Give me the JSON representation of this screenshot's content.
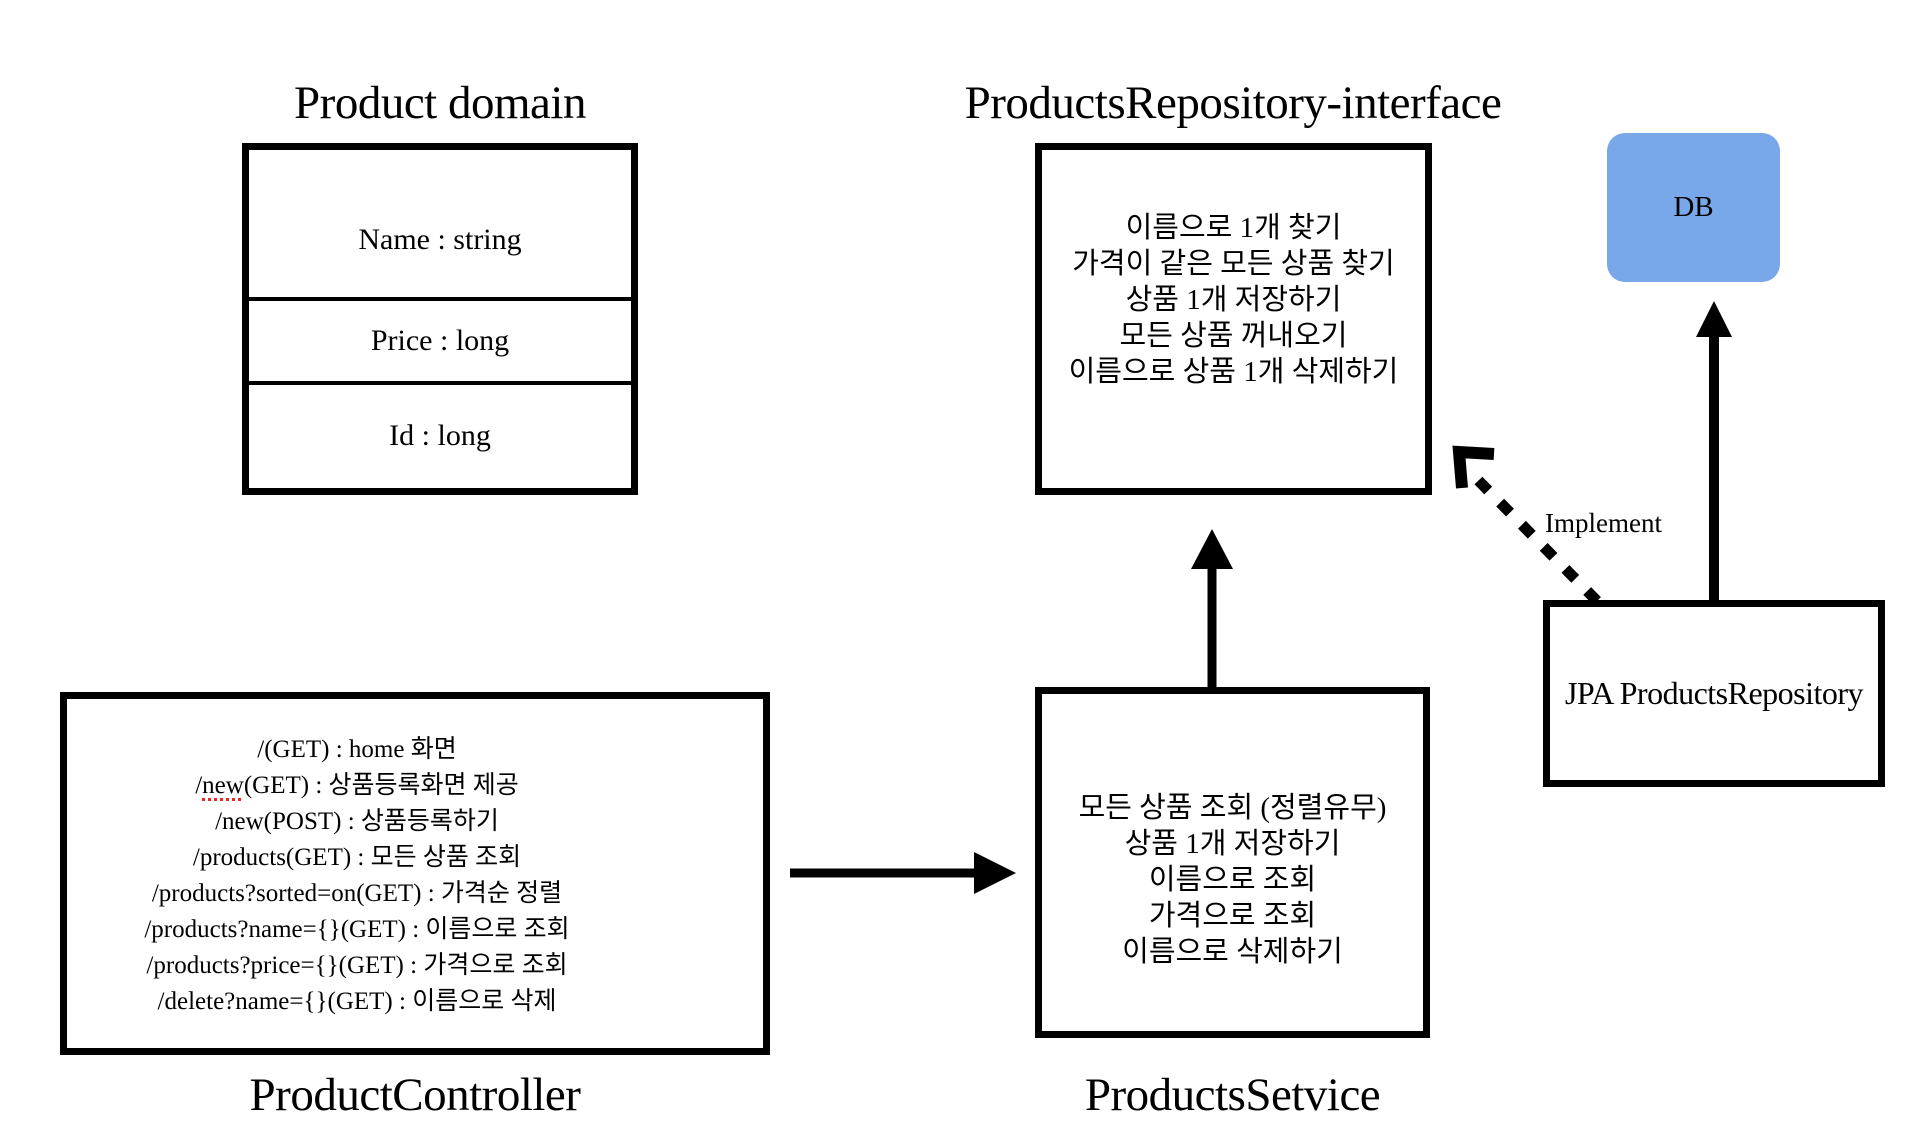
{
  "product_domain": {
    "title": "Product domain",
    "rows": [
      "Name : string",
      "Price : long",
      "Id : long"
    ]
  },
  "repository_interface": {
    "title": "ProductsRepository-interface",
    "lines": [
      "이름으로 1개 찾기",
      "가격이 같은 모든 상품 찾기",
      "상품 1개 저장하기",
      "모든 상품 꺼내오기",
      "이름으로 상품 1개 삭제하기"
    ]
  },
  "controller": {
    "title": "ProductController",
    "lines": [
      "/(GET) : home 화면",
      {
        "pre": "/",
        "mark": "new",
        "post": "(GET) : 상품등록화면 제공"
      },
      "/new(POST) : 상품등록하기",
      "/products(GET) : 모든 상품 조회",
      "/products?sorted=on(GET) : 가격순 정렬",
      "/products?name={}(GET) : 이름으로 조회",
      "/products?price={}(GET) : 가격으로 조회",
      "/delete?name={}(GET) : 이름으로 삭제"
    ]
  },
  "service": {
    "title": "ProductsSetvice",
    "lines": [
      "모든 상품 조회 (정렬유무)",
      "상품 1개 저장하기",
      "이름으로 조회",
      "가격으로 조회",
      "이름으로 삭제하기"
    ]
  },
  "jpa_repository": {
    "label": "JPA ProductsRepository"
  },
  "db": {
    "label": "DB",
    "style": "background-color:#78a7ea;"
  },
  "implement_label": "Implement",
  "colors": {
    "db_fill": "#78a7ea",
    "line": "#000000",
    "spellcheck_underline": "#e02b20"
  }
}
